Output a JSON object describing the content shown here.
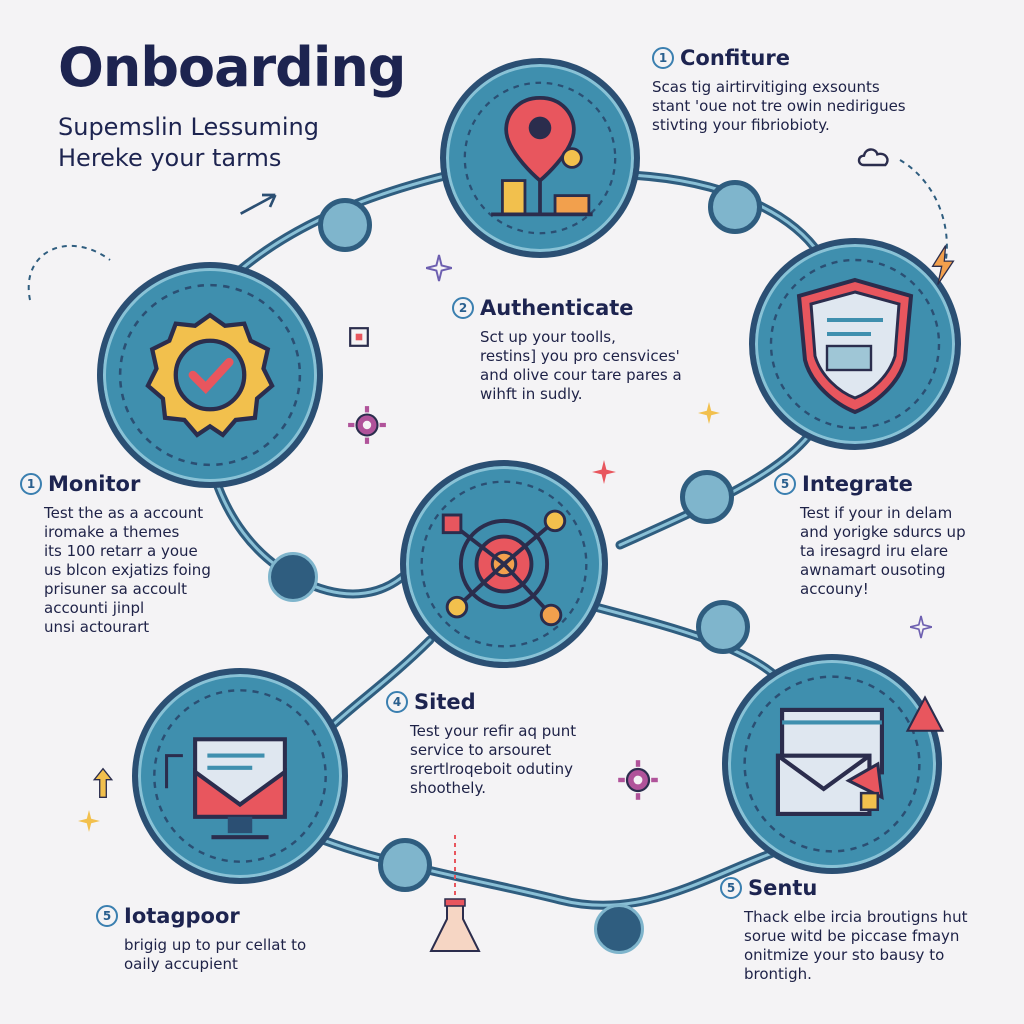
{
  "header": {
    "title": "Onboarding",
    "subtitle_lines": [
      "Supemslin Lessuming",
      "Hereke your tarms"
    ]
  },
  "steps": [
    {
      "number": "1",
      "name": "Confiture",
      "lines": [
        "Scas tig airtirvitiging exsounts",
        "stant 'oue not tre owin nedirigues",
        "stivting your fibriobioty."
      ]
    },
    {
      "number": "2",
      "name": "Authenticate",
      "lines": [
        "Sct up your toolls,",
        "restins] you pro censvices'",
        "and olive cour tare pares a",
        "wihft in sudly."
      ]
    },
    {
      "number": "1",
      "name": "Monitor",
      "lines": [
        "Test the as a account",
        "iromake a themes",
        "its 100 retarr a youe",
        "us blcon exjatizs foing",
        "prisuner sa accoult",
        "accounti jinpl",
        "unsi actourart"
      ]
    },
    {
      "number": "5",
      "name": "Integrate",
      "lines": [
        "Test if your in delam",
        "and yorigke sdurcs up",
        "ta iresagrd iru elare",
        "awnamart ousoting",
        "accouny!"
      ]
    },
    {
      "number": "4",
      "name": "Sited",
      "lines": [
        "Test your refir aq punt",
        "service to arsouret",
        "srertlroqeboit odutiny",
        "shoothely."
      ]
    },
    {
      "number": "5",
      "name": "Iotagpoor",
      "lines": [
        "brigig up to pur cellat to",
        "oaily accupient"
      ]
    },
    {
      "number": "5",
      "name": "Sentu",
      "lines": [
        "Thack elbe ircia broutigns hut",
        "sorue witd be piccase fmayn",
        "onitmize your sto bausy to",
        "brontigh."
      ]
    }
  ],
  "icons": {
    "top": "location-pin-icon",
    "left": "verified-badge-icon",
    "right": "shield-document-icon",
    "center": "network-hub-icon",
    "bottom_left": "computer-mail-icon",
    "bottom_right": "email-card-icon"
  },
  "colors": {
    "node_fill": "#3f8fae",
    "node_border": "#2b4f73",
    "connector": "#2f5d7f",
    "accent_red": "#e8565e",
    "accent_yellow": "#f2c04d",
    "title": "#1d2450"
  }
}
